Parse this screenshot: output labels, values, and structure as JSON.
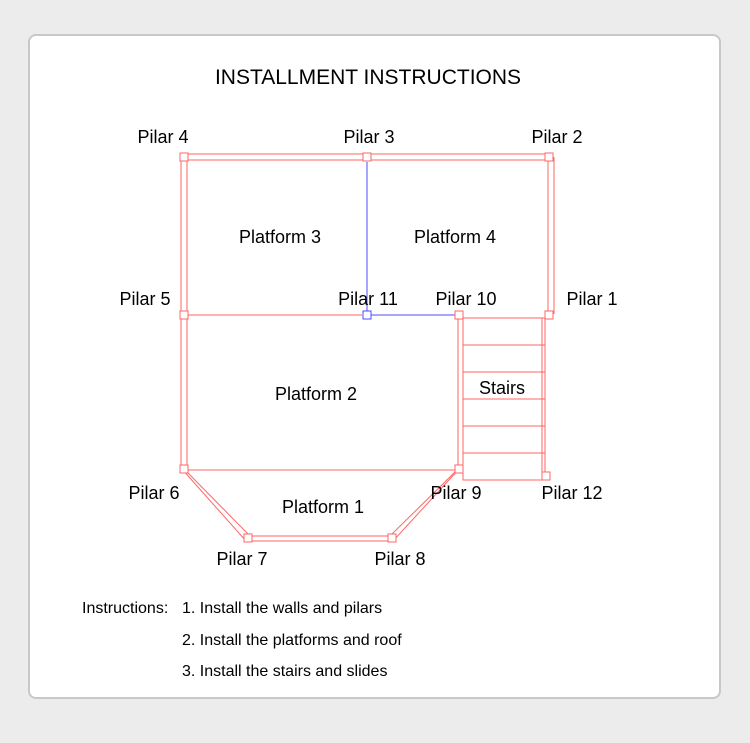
{
  "title": "INSTALLMENT INSTRUCTIONS",
  "pillars": {
    "p1": "Pilar 1",
    "p2": "Pilar 2",
    "p3": "Pilar 3",
    "p4": "Pilar 4",
    "p5": "Pilar 5",
    "p6": "Pilar 6",
    "p7": "Pilar 7",
    "p8": "Pilar 8",
    "p9": "Pilar 9",
    "p10": "Pilar 10",
    "p11": "Pilar 11",
    "p12": "Pilar 12"
  },
  "areas": {
    "platform1": "Platform 1",
    "platform2": "Platform 2",
    "platform3": "Platform 3",
    "platform4": "Platform 4",
    "stairs": "Stairs"
  },
  "instructions": {
    "heading": "Instructions:",
    "steps": [
      "1. Install the walls and pilars",
      "2. Install the platforms and roof",
      "3. Install the stairs and slides"
    ]
  },
  "colors": {
    "wall": "#ff6666",
    "inner_wall": "#4d4dff",
    "background": "#ececec",
    "card": "#ffffff"
  }
}
